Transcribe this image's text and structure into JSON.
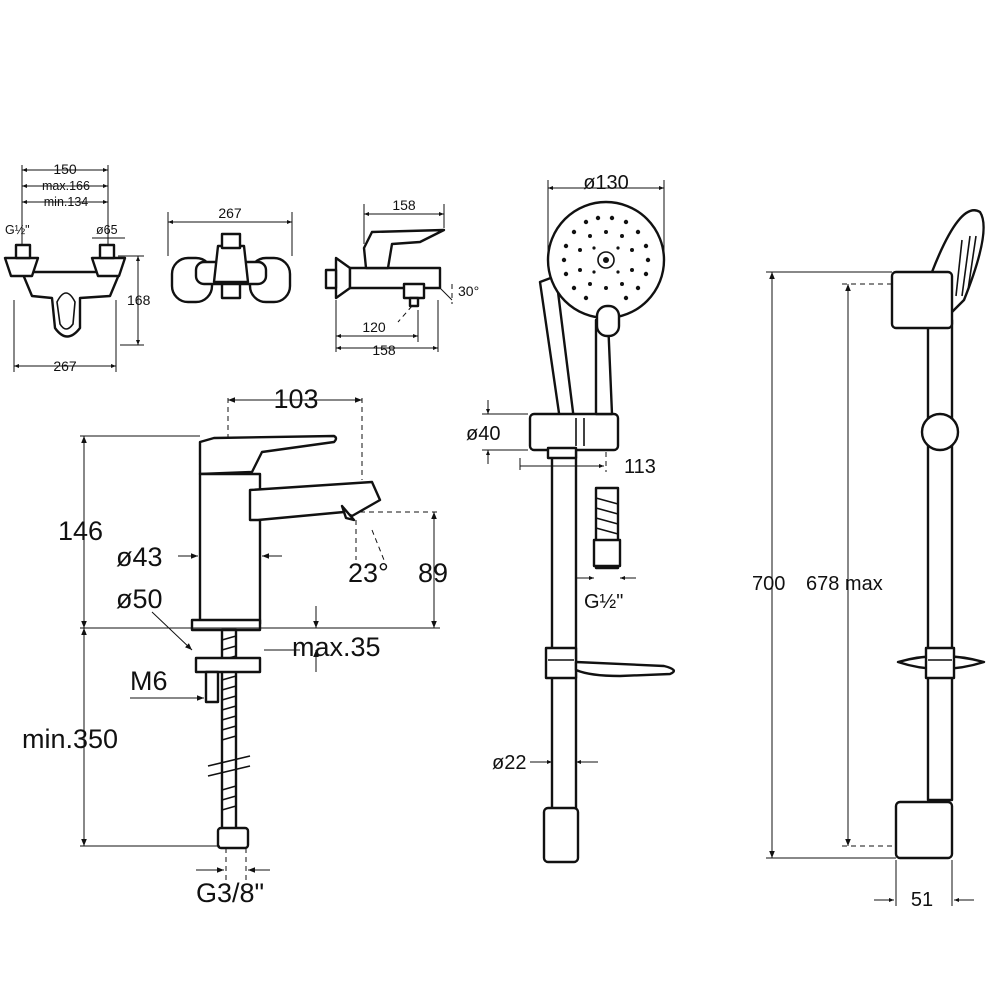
{
  "basin_mixer": {
    "dim_width": "103",
    "dim_height": "146",
    "dim_spout_height": "89",
    "dim_spout_angle": "23°",
    "dim_body_diameter": "ø43",
    "dim_base_diameter": "ø50",
    "dim_max_deck": "max.35",
    "dim_stud": "M6",
    "dim_hose_length": "min.350",
    "dim_connection": "G3/8\""
  },
  "wall_mixer": {
    "dim_centres": "150",
    "dim_centres_max": "max.166",
    "dim_centres_min": "min.134",
    "dim_thread": "G½\"",
    "dim_cover_diameter": "ø65",
    "dim_height": "168",
    "dim_width": "267"
  },
  "front_view": {
    "dim_width": "267"
  },
  "side_view": {
    "dim_depth": "158",
    "dim_spout_angle": "30°",
    "dim_spout_reach": "120",
    "dim_total_depth": "158"
  },
  "shower_set": {
    "dim_head_diameter": "ø130",
    "dim_holder_diameter": "ø40",
    "dim_holder_projection": "113",
    "dim_hose_thread": "G½\"",
    "dim_rail_diameter": "ø22"
  },
  "rail_side": {
    "dim_length": "700",
    "dim_max_centres": "678 max",
    "dim_depth": "51"
  }
}
